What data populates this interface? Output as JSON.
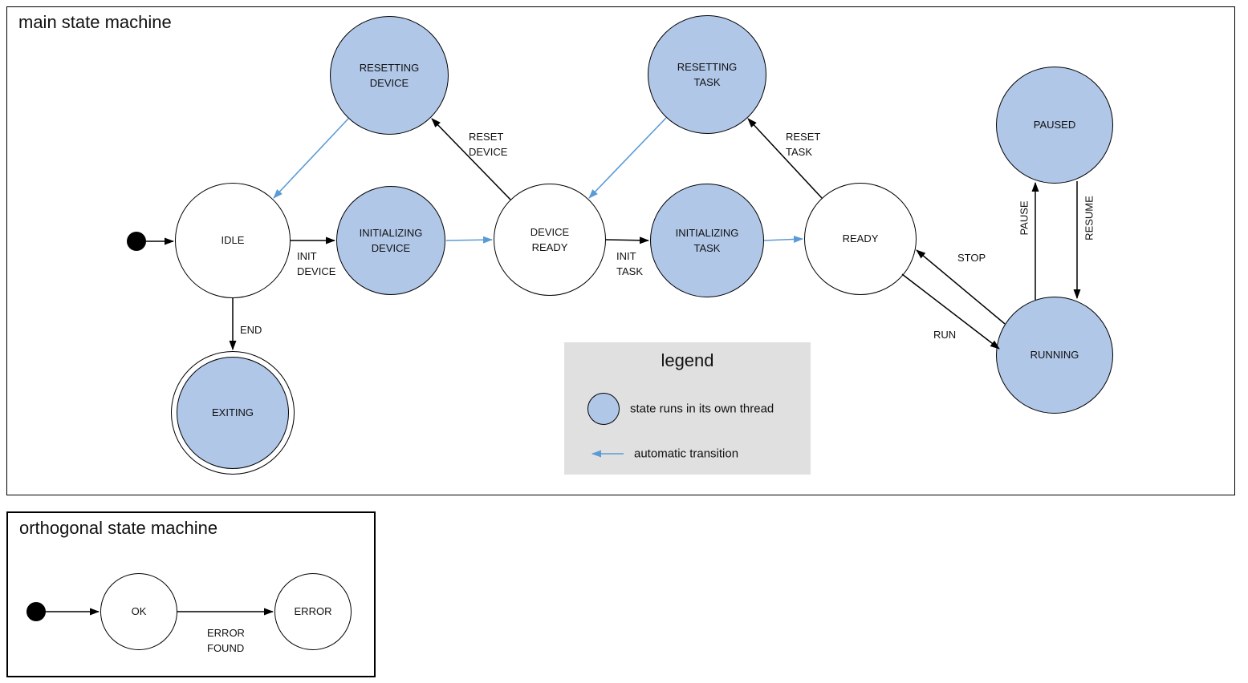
{
  "colors": {
    "thread_fill": "#b0c7e8",
    "auto_arrow": "#5b9bd5",
    "line": "#000000",
    "legend_bg": "#e0e0e0"
  },
  "main": {
    "title": "main state machine",
    "states": {
      "idle": {
        "label": "IDLE"
      },
      "resetting_device": {
        "label": "RESETTING\nDEVICE"
      },
      "initializing_device": {
        "label": "INITIALIZING\nDEVICE"
      },
      "device_ready": {
        "label": "DEVICE\nREADY"
      },
      "resetting_task": {
        "label": "RESETTING\nTASK"
      },
      "initializing_task": {
        "label": "INITIALIZING\nTASK"
      },
      "ready": {
        "label": "READY"
      },
      "paused": {
        "label": "PAUSED"
      },
      "running": {
        "label": "RUNNING"
      },
      "exiting": {
        "label": "EXITING"
      }
    },
    "transitions": {
      "init_device": {
        "label": "INIT\nDEVICE"
      },
      "reset_device": {
        "label": "RESET\nDEVICE"
      },
      "init_task": {
        "label": "INIT\nTASK"
      },
      "reset_task": {
        "label": "RESET\nTASK"
      },
      "stop": {
        "label": "STOP"
      },
      "run": {
        "label": "RUN"
      },
      "pause": {
        "label": "PAUSE"
      },
      "resume": {
        "label": "RESUME"
      },
      "end": {
        "label": "END"
      }
    }
  },
  "legend": {
    "title": "legend",
    "items": {
      "thread": {
        "label": "state runs in its own thread"
      },
      "auto": {
        "label": "automatic transition"
      }
    }
  },
  "orthogonal": {
    "title": "orthogonal state machine",
    "states": {
      "ok": {
        "label": "OK"
      },
      "error": {
        "label": "ERROR"
      }
    },
    "transitions": {
      "error_found": {
        "label": "ERROR\nFOUND"
      }
    }
  }
}
